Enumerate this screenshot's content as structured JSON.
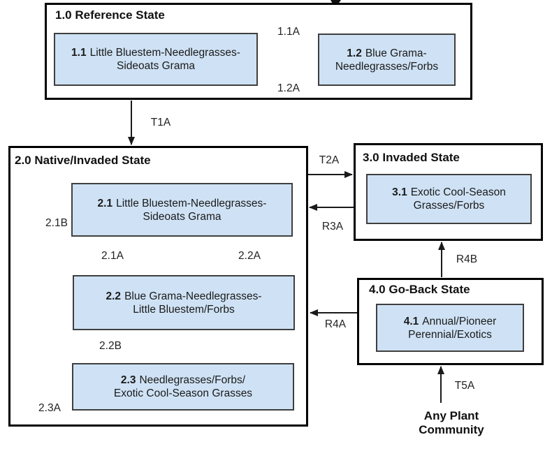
{
  "diagram": {
    "states": {
      "s1": {
        "title": "1.0 Reference State"
      },
      "s2": {
        "title": "2.0 Native/Invaded State"
      },
      "s3": {
        "title": "3.0 Invaded State"
      },
      "s4": {
        "title": "4.0 Go-Back State"
      }
    },
    "communities": {
      "c11": {
        "id": "1.1",
        "line1": "Little Bluestem-Needlegrasses-",
        "line2": "Sideoats Grama"
      },
      "c12": {
        "id": "1.2",
        "line1": "Blue Grama-",
        "line2": "Needlegrasses/Forbs"
      },
      "c21": {
        "id": "2.1",
        "line1": "Little Bluestem-Needlegrasses-",
        "line2": "Sideoats Grama"
      },
      "c22": {
        "id": "2.2",
        "line1": "Blue Grama-Needlegrasses-",
        "line2": "Little Bluestem/Forbs"
      },
      "c23": {
        "id": "2.3",
        "line1": "Needlegrasses/Forbs/",
        "line2": "Exotic Cool-Season Grasses"
      },
      "c31": {
        "id": "3.1",
        "line1": "Exotic Cool-Season",
        "line2": "Grasses/Forbs"
      },
      "c41": {
        "id": "4.1",
        "line1": "Annual/Pioneer",
        "line2": "Perennial/Exotics"
      }
    },
    "transitions": {
      "a11A": "1.1A",
      "a12A": "1.2A",
      "t1A": "T1A",
      "t2A": "T2A",
      "r3A": "R3A",
      "a21A": "2.1A",
      "a22A": "2.2A",
      "a22B": "2.2B",
      "a21B": "2.1B",
      "a23A": "2.3A",
      "r4B": "R4B",
      "r4A": "R4A",
      "t5A": "T5A"
    },
    "external_source": {
      "line1": "Any Plant",
      "line2": "Community"
    },
    "colors": {
      "community_fill": "#cfe2f5",
      "community_border": "#3f3f3f",
      "state_border": "#000000",
      "arrow": "#1a1a1a"
    }
  }
}
